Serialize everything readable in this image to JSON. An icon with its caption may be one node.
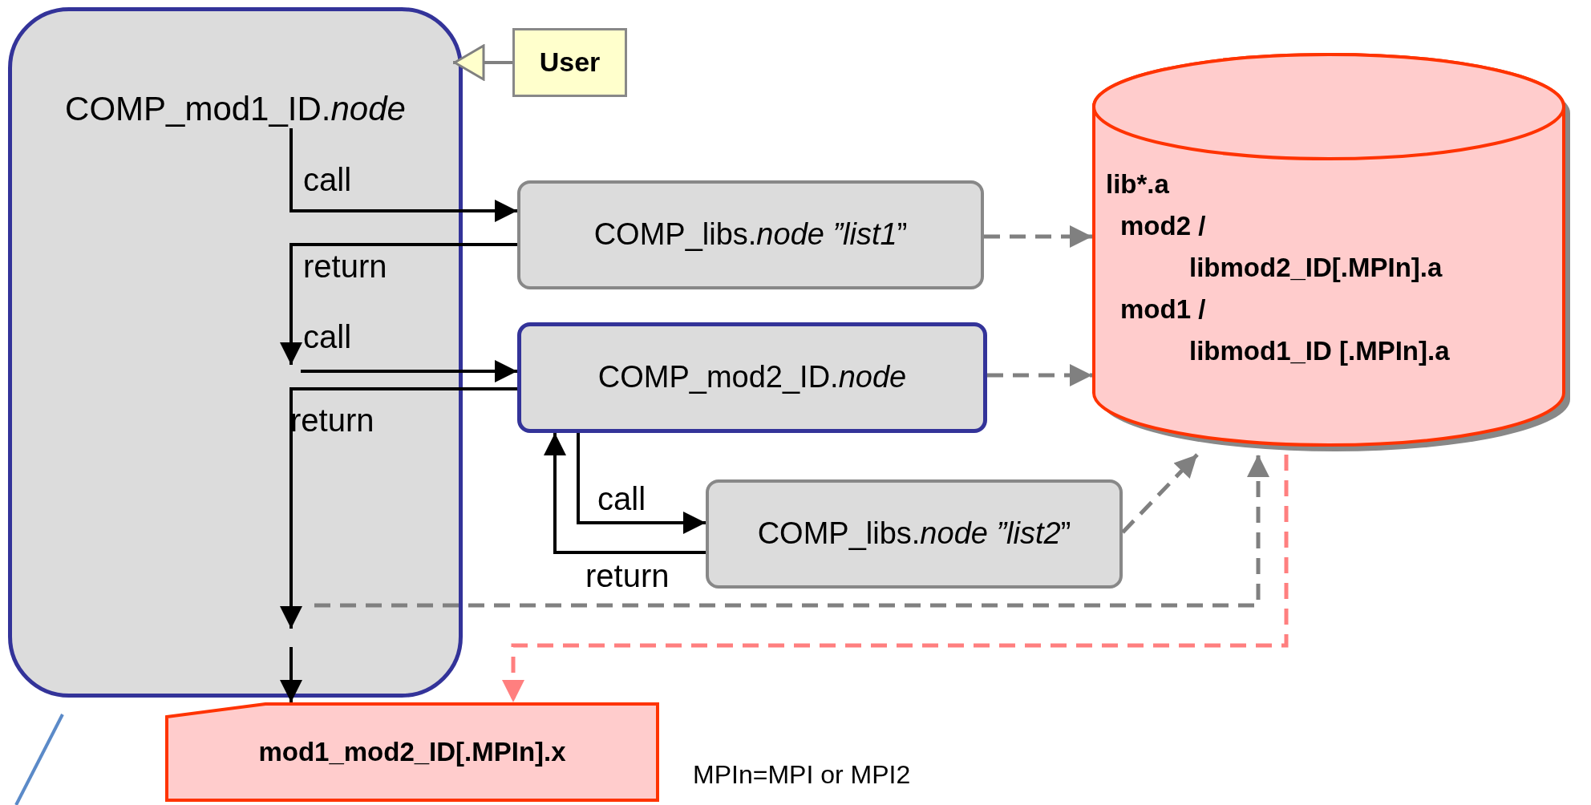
{
  "diagram": {
    "nodes": [
      {
        "text": [
          "COMP_mod1_ID.*node*"
        ]
      },
      {
        "text": [
          "User"
        ]
      },
      {
        "text": [
          "COMP_libs.*node ”list1*”"
        ]
      },
      {
        "text": [
          "COMP_mod2_ID.*node*"
        ]
      },
      {
        "text": [
          "COMP_libs.*node ”list2*”"
        ]
      },
      {
        "text": [
          "lib*.a",
          "mod2 /",
          "libmod2_ID[.MPIn].a",
          "mod1 /",
          "libmod1_ID [.MPIn].a"
        ]
      },
      {
        "text": [
          "mod1_mod2_ID[.MPIn].x"
        ]
      }
    ],
    "edges": [
      {
        "from": 0,
        "to": 2,
        "arrow": "to",
        "label": "call"
      },
      {
        "from": 2,
        "to": 0,
        "arrow": "to",
        "label": "return"
      },
      {
        "from": 0,
        "to": 3,
        "arrow": "to",
        "label": "call"
      },
      {
        "from": 3,
        "to": 0,
        "arrow": "to",
        "label": "return"
      },
      {
        "from": 0,
        "to": 6,
        "arrow": "to"
      },
      {
        "from": 3,
        "to": 4,
        "arrow": "to",
        "label": "call"
      },
      {
        "from": 4,
        "to": 3,
        "arrow": "to",
        "label": "return"
      },
      {
        "from": 2,
        "to": 5,
        "arrow": "to",
        "style": "dashed",
        "color": "#808080"
      },
      {
        "from": 3,
        "to": 5,
        "arrow": "to",
        "style": "dashed",
        "color": "#808080"
      },
      {
        "from": 4,
        "to": 5,
        "arrow": "to",
        "style": "dashed",
        "color": "#808080"
      },
      {
        "from": 0,
        "to": 5,
        "arrow": "to",
        "style": "dashed",
        "color": "#808080"
      },
      {
        "from": 5,
        "to": 6,
        "arrow": "to",
        "style": "dashed",
        "color": "#ff7f7f"
      },
      {
        "from": 1,
        "to": 0,
        "arrow": "to",
        "color": "#808080"
      }
    ],
    "labels": [
      "MPIn=MPI or MPI2"
    ]
  }
}
